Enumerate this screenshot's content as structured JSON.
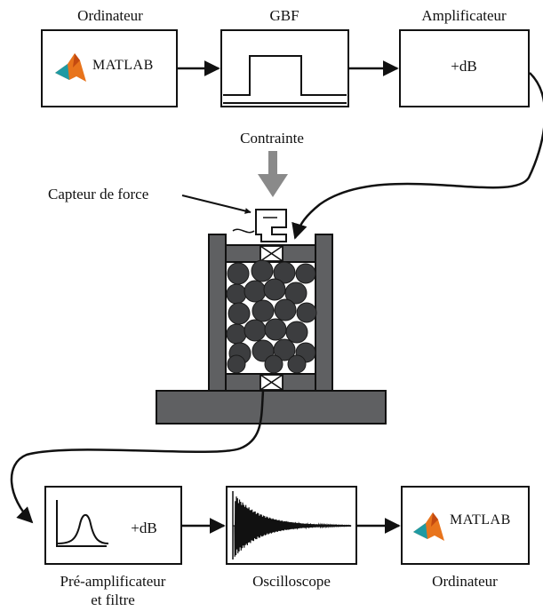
{
  "labels": {
    "computer_top": "Ordinateur",
    "gbf": "GBF",
    "amplifier": "Amplificateur",
    "amp_gain": "+dB",
    "constraint": "Contrainte",
    "force_sensor": "Capteur de force",
    "preamp_line1": "Pré-amplificateur",
    "preamp_line2": "et filtre",
    "preamp_gain": "+dB",
    "oscilloscope": "Oscilloscope",
    "computer_bottom": "Ordinateur"
  },
  "software": {
    "logo_text_top": "MATLAB",
    "logo_text_bottom": "MATLAB"
  },
  "colors": {
    "line": "#111111",
    "frame_fill": "#5f6062",
    "bead_fill": "#3c3d3f",
    "arrow_gray": "#8a8a8a",
    "matlab_orange": "#e8741c",
    "matlab_teal": "#1f9aa3"
  },
  "icons": [
    "matlab-logo-icon",
    "square-pulse-icon",
    "gaussian-peak-icon",
    "decaying-signal-icon",
    "force-sensor-icon",
    "transducer-icon"
  ]
}
